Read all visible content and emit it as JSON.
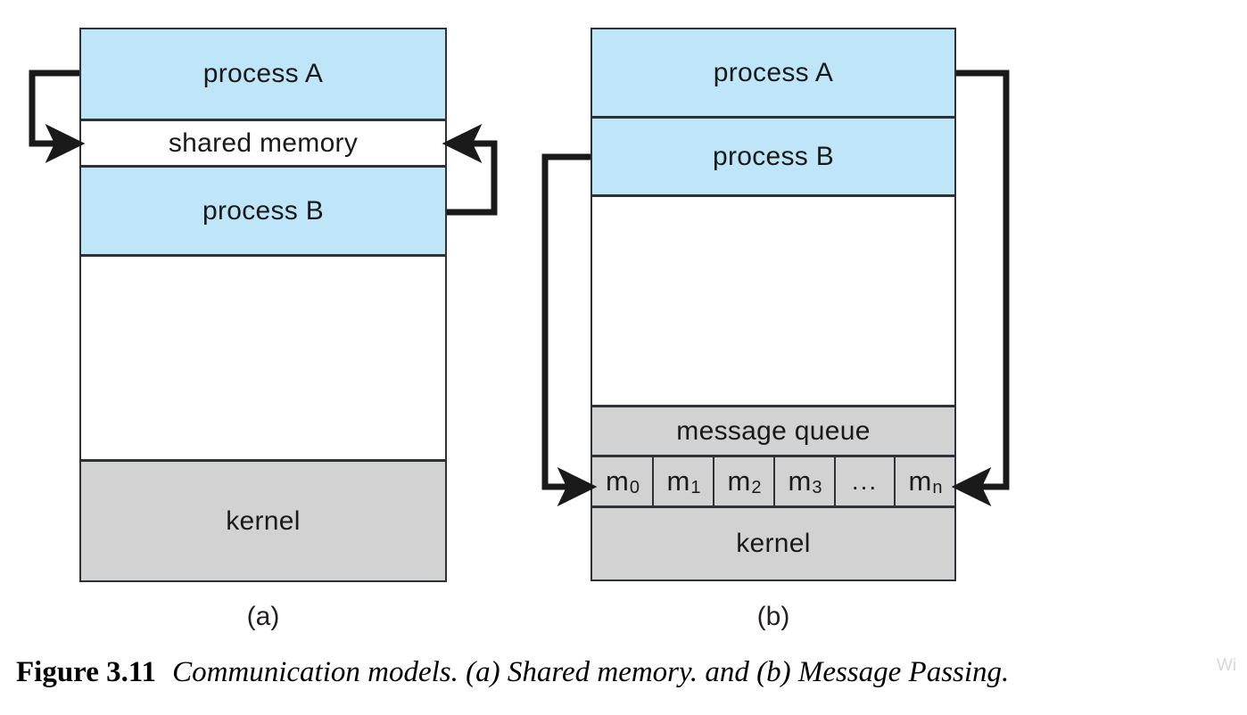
{
  "figure": {
    "caption_label": "Figure 3.11",
    "caption_text": "Communication models. (a) Shared memory. and (b) Message Passing.",
    "watermark": "Wi"
  },
  "colors": {
    "process_fill": "#bfe5f8",
    "kernel_fill": "#d2d2d2",
    "shared_memory_fill": "#ffffff",
    "border": "#2e3236",
    "arrow": "#1a1a1a",
    "background": "#ffffff"
  },
  "diagram_a": {
    "label": "(a)",
    "segments": [
      {
        "name": "process-a",
        "label": "process  A",
        "fill": "blue"
      },
      {
        "name": "shared-memory",
        "label": "shared memory",
        "fill": "white"
      },
      {
        "name": "process-b",
        "label": "process  B",
        "fill": "blue"
      },
      {
        "name": "free-space",
        "label": "",
        "fill": "white"
      },
      {
        "name": "kernel",
        "label": "kernel",
        "fill": "gray"
      }
    ],
    "arrows": [
      {
        "name": "process-a-to-shared-memory",
        "from": "process A",
        "to": "shared memory",
        "side": "left"
      },
      {
        "name": "process-b-to-shared-memory",
        "from": "process B",
        "to": "shared memory",
        "side": "right"
      }
    ]
  },
  "diagram_b": {
    "label": "(b)",
    "segments": [
      {
        "name": "process-a",
        "label": "process  A",
        "fill": "blue"
      },
      {
        "name": "process-b",
        "label": "process  B",
        "fill": "blue"
      },
      {
        "name": "free-space",
        "label": "",
        "fill": "white"
      },
      {
        "name": "message-queue",
        "label": "message queue",
        "fill": "gray"
      },
      {
        "name": "kernel",
        "label": "kernel",
        "fill": "gray"
      }
    ],
    "message_cells": [
      {
        "base": "m",
        "sub": "0"
      },
      {
        "base": "m",
        "sub": "1"
      },
      {
        "base": "m",
        "sub": "2"
      },
      {
        "base": "m",
        "sub": "3"
      },
      {
        "base": "...",
        "sub": ""
      },
      {
        "base": "m",
        "sub": "n"
      }
    ],
    "arrows": [
      {
        "name": "process-b-to-message-queue",
        "from": "process B",
        "to": "message queue",
        "side": "left"
      },
      {
        "name": "process-a-to-message-queue",
        "from": "process A",
        "to": "message queue",
        "side": "right"
      }
    ]
  }
}
